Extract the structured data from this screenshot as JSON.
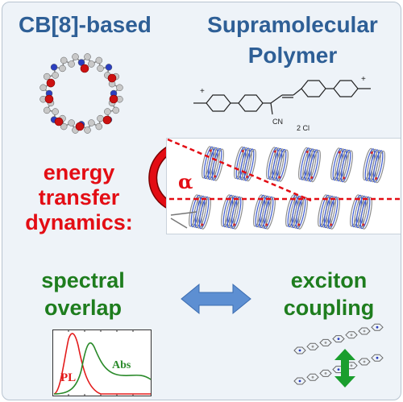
{
  "title_left": "CB[8]-based",
  "title_right_line1": "Supramolecular",
  "title_right_line2": "Polymer",
  "left_label": {
    "line1": "energy",
    "line2": "transfer",
    "line3": "dynamics:"
  },
  "angle_symbol": "α",
  "bottom_left": {
    "line1": "spectral",
    "line2": "overlap"
  },
  "bottom_right": {
    "line1": "exciton",
    "line2": "coupling"
  },
  "molecule": {
    "charge_symbol": "+",
    "cyano": "CN",
    "counterion": "2 Cl"
  },
  "spectrum": {
    "pl_label": "PL",
    "abs_label": "Abs",
    "pl_color": "#e31b1b",
    "abs_color": "#2a8a2a"
  },
  "colors": {
    "title_blue": "#2e5f96",
    "accent_red": "#e30d14",
    "label_green": "#1e7d1e",
    "arrow_blue": "#5d8fd2",
    "arrow_green": "#1a9e2e"
  }
}
